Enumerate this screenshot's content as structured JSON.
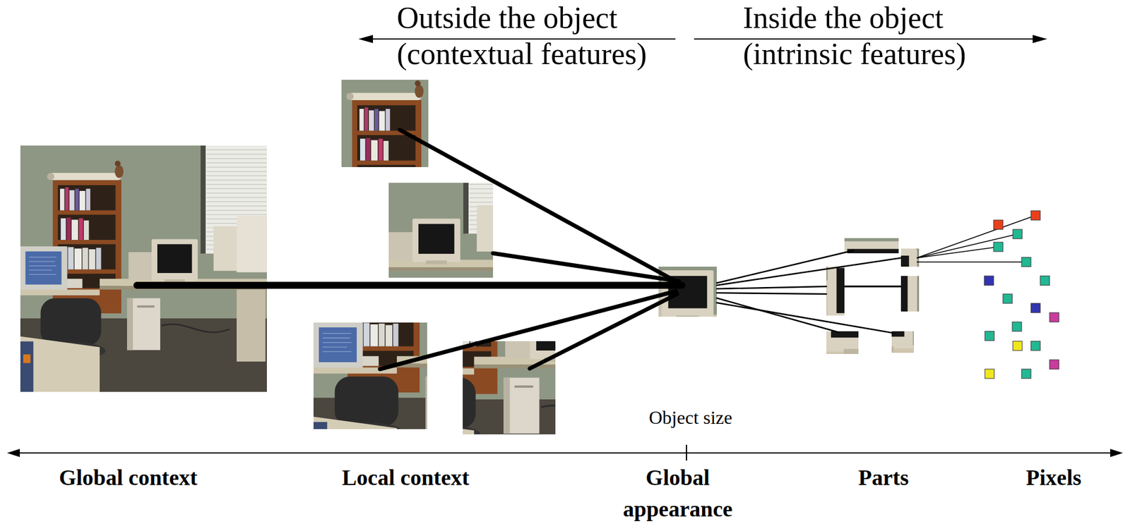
{
  "diagram": {
    "labels": [
      "Outside the object (contextual features)",
      "Inside the object (intrinsic features)",
      "Object size",
      "Global context",
      "Local context",
      "Global appearance",
      "Parts",
      "Pixels"
    ]
  }
}
